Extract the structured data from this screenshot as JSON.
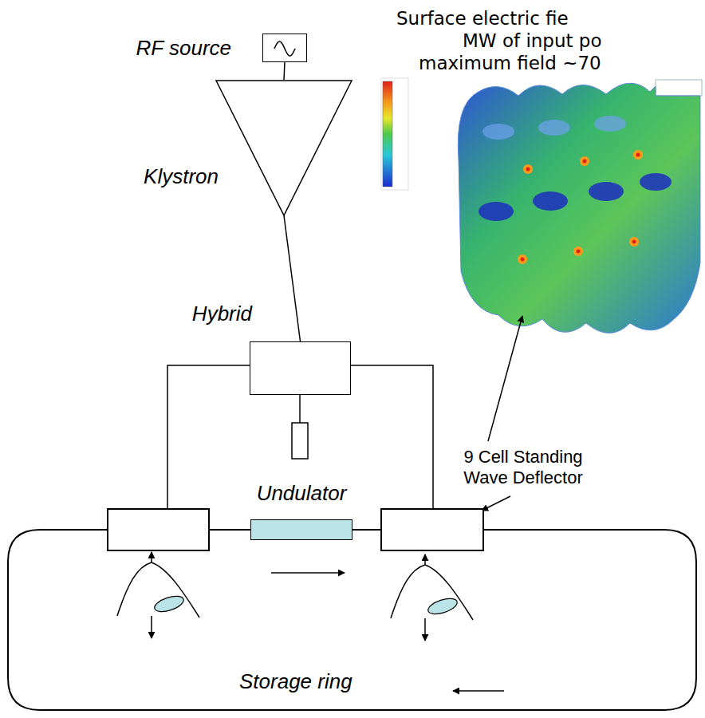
{
  "diagram": {
    "nodes": [
      {
        "text": [
          "RF source"
        ]
      },
      {
        "text": [
          "Klystron"
        ]
      },
      {
        "text": [
          "Hybrid"
        ]
      },
      {
        "text": [
          "Undulator"
        ]
      },
      {
        "text": [
          "Storage ring"
        ]
      }
    ],
    "edges": [
      {
        "from": 0,
        "to": 1,
        "arrow": "none"
      },
      {
        "from": 1,
        "to": 2,
        "arrow": "none"
      }
    ],
    "labels": [
      "Surface electric fie",
      "MW of input po",
      "maximum field ~70",
      "9 Cell Standing Wave Deflector"
    ]
  }
}
